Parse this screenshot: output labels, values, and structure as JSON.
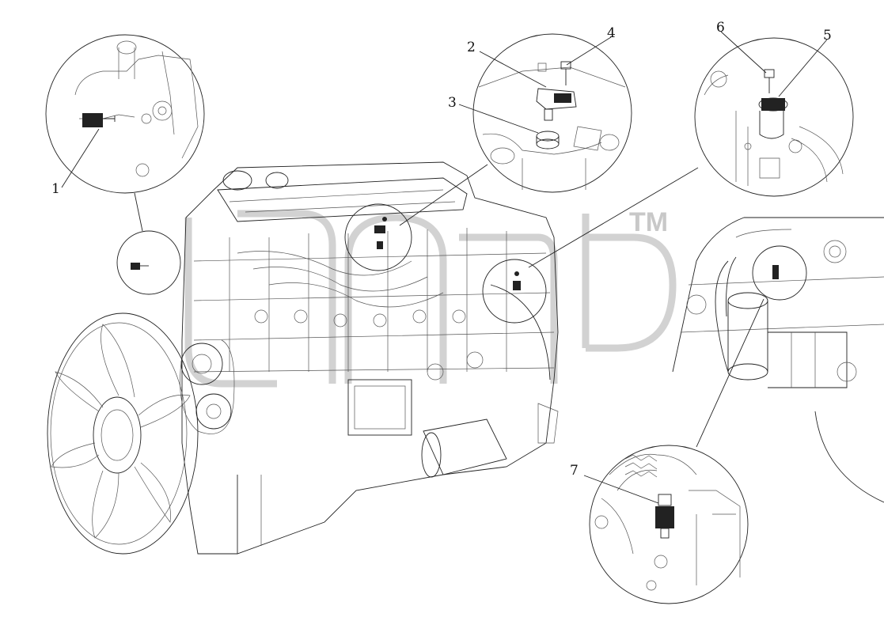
{
  "callouts": [
    "1",
    "2",
    "3",
    "4",
    "5",
    "6",
    "7"
  ],
  "watermark": {
    "trademark": "TM"
  }
}
